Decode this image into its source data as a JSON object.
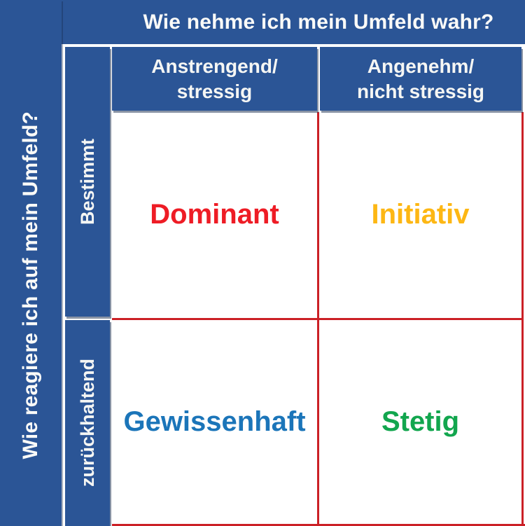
{
  "colors": {
    "band_blue": "#2B5596",
    "grid_line_red": "#CB2026",
    "header_text": "#FAFAF8",
    "dominant_red": "#EE1C25",
    "initiativ_yellow": "#FDB714",
    "gewissenhaft_blue": "#1B75B9",
    "stetig_green": "#12A64E"
  },
  "top_header": {
    "title": "Wie nehme ich mein Umfeld wahr?"
  },
  "left_header": {
    "title": "Wie reagiere ich auf mein Umfeld?"
  },
  "column_headers": [
    {
      "line1": "Anstrengend/",
      "line2": "stressig"
    },
    {
      "line1": "Angenehm/",
      "line2": "nicht stressig"
    }
  ],
  "row_headers": [
    {
      "label": "Bestimmt"
    },
    {
      "label": "zurückhaltend"
    }
  ],
  "quadrants": [
    {
      "label": "Dominant",
      "color": "#EE1C25"
    },
    {
      "label": "Initiativ",
      "color": "#FDB714"
    },
    {
      "label": "Gewissenhaft",
      "color": "#1B75B9"
    },
    {
      "label": "Stetig",
      "color": "#12A64E"
    }
  ]
}
